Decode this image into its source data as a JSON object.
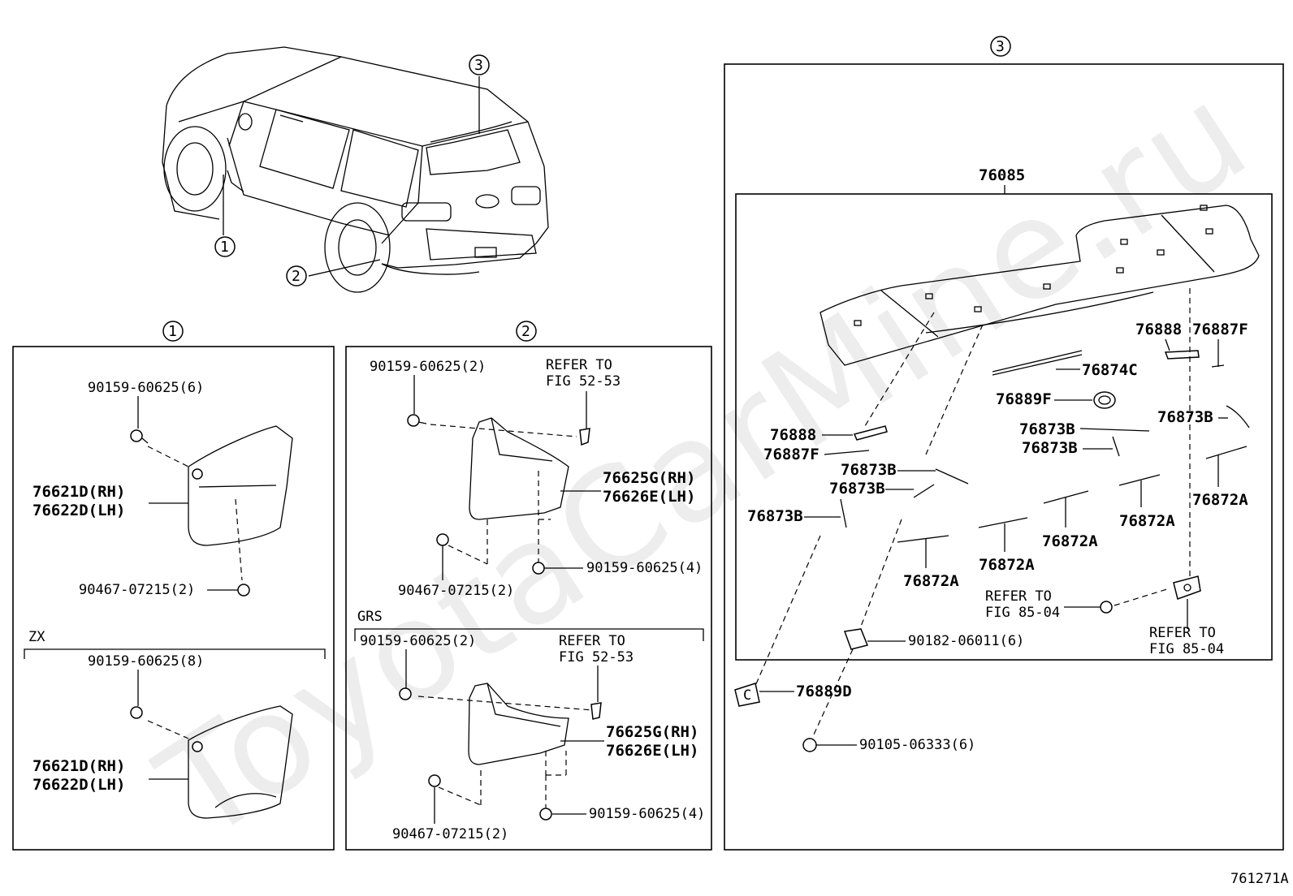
{
  "callouts": {
    "c1": "1",
    "c2": "2",
    "c3": "3"
  },
  "section1": {
    "p1": "90159-60625(6)",
    "p2a": "76621D(RH)",
    "p2b": "76622D(LH)",
    "p3": "90467-07215(2)",
    "zx": "ZX",
    "zx_p1": "90159-60625(8)",
    "zx_p2a": "76621D(RH)",
    "zx_p2b": "76622D(LH)"
  },
  "section2": {
    "p1": "90159-60625(2)",
    "ref1a": "REFER TO",
    "ref1b": "FIG 52-53",
    "p2a": "76625G(RH)",
    "p2b": "76626E(LH)",
    "p3": "90467-07215(2)",
    "p4": "90159-60625(4)",
    "grs": "GRS",
    "g_p1": "90159-60625(2)",
    "g_ref1a": "REFER TO",
    "g_ref1b": "FIG 52-53",
    "g_p2a": "76625G(RH)",
    "g_p2b": "76626E(LH)",
    "g_p3": "90467-07215(2)",
    "g_p4": "90159-60625(4)"
  },
  "section3": {
    "assy": "76085",
    "l76888a": "76888",
    "l76887Fa": "76887F",
    "l76874C": "76874C",
    "l76889F": "76889F",
    "l76873B_1": "76873B",
    "l76873B_2": "76873B",
    "l76873B_3": "76873B",
    "l76888b": "76888",
    "l76887Fb": "76887F",
    "l76873B_4": "76873B",
    "l76873B_5": "76873B",
    "l76873B_6": "76873B",
    "l76872A_1": "76872A",
    "l76872A_2": "76872A",
    "l76872A_3": "76872A",
    "l76872A_4": "76872A",
    "l76872A_5": "76872A",
    "ref_a1": "REFER TO",
    "ref_a2": "FIG 85-04",
    "ref_b1": "REFER TO",
    "ref_b2": "FIG 85-04",
    "p90182": "90182-06011(6)",
    "l76889D": "76889D",
    "p90105": "90105-06333(6)"
  },
  "footer": {
    "code": "761271A"
  },
  "watermark": {
    "text": "ToyotaCarMine.ru"
  }
}
